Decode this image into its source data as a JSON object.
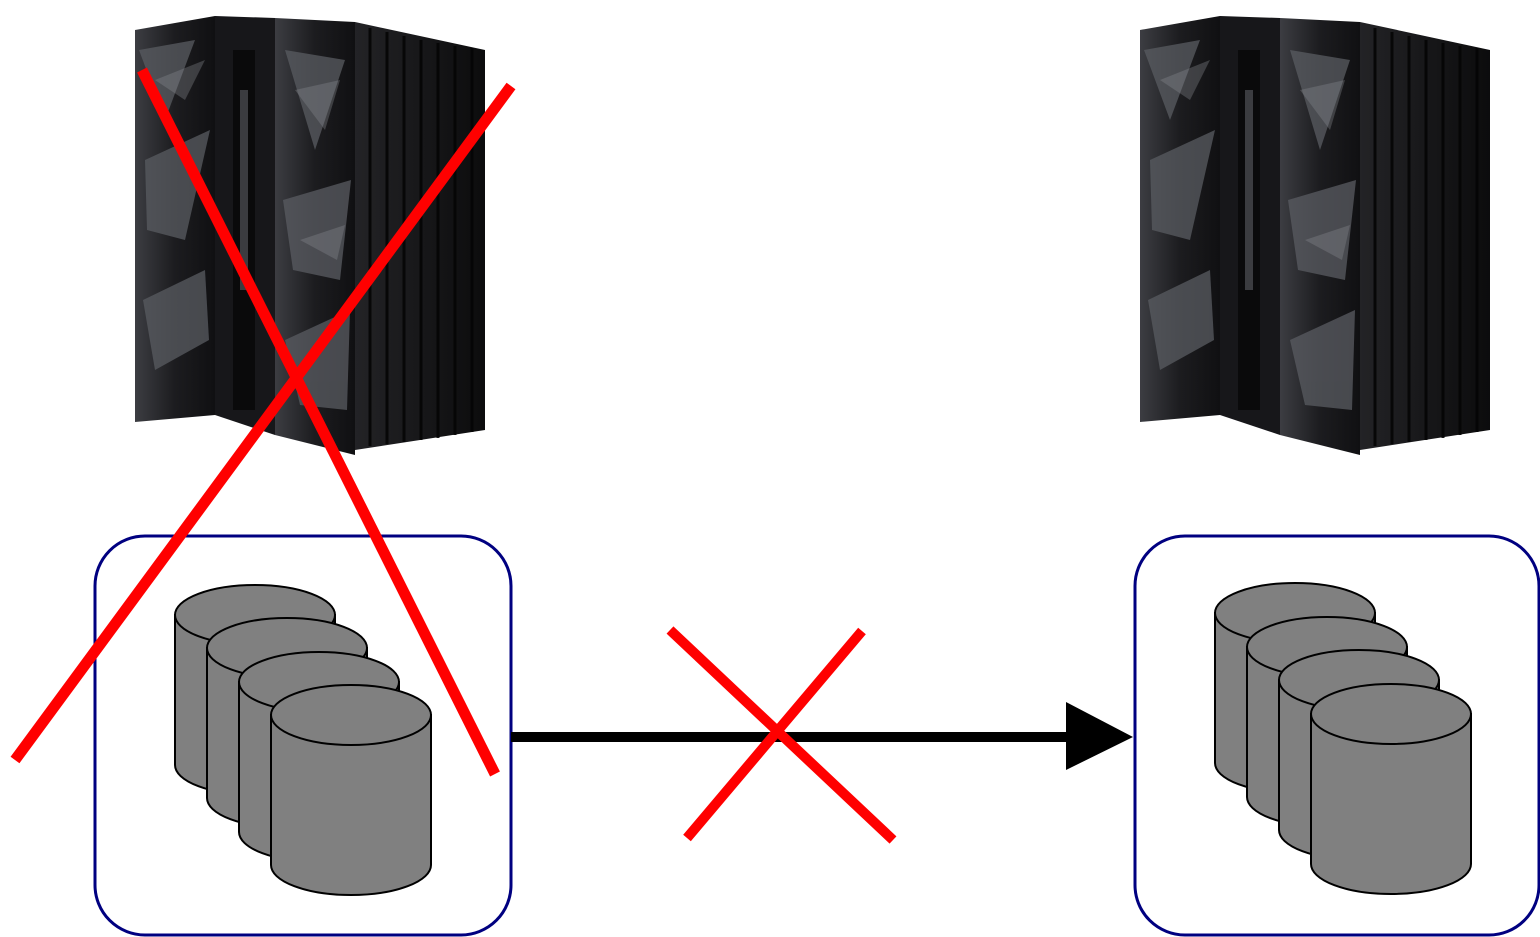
{
  "colors": {
    "background": "#ffffff",
    "cross": "#ff0000",
    "arrow": "#000000",
    "storage_box_border": "#000080",
    "disk": "#808080",
    "disk_outline": "#000000",
    "server_dark": "#1b1b1d",
    "server_mid": "#2e2f33",
    "server_light": "#55575d"
  },
  "diagram": {
    "primary_site": {
      "server": {
        "icon": "mainframe-server-icon",
        "status": "failed",
        "crossed_out": true
      },
      "storage": {
        "icon": "disk-stack-icon",
        "disk_count": 4,
        "status": "failed",
        "crossed_out": true
      }
    },
    "secondary_site": {
      "server": {
        "icon": "mainframe-server-icon",
        "status": "available",
        "crossed_out": false
      },
      "storage": {
        "icon": "disk-stack-icon",
        "disk_count": 4,
        "status": "available",
        "crossed_out": false
      }
    },
    "replication_link": {
      "direction": "primary-to-secondary",
      "status": "broken",
      "crossed_out": true
    }
  }
}
